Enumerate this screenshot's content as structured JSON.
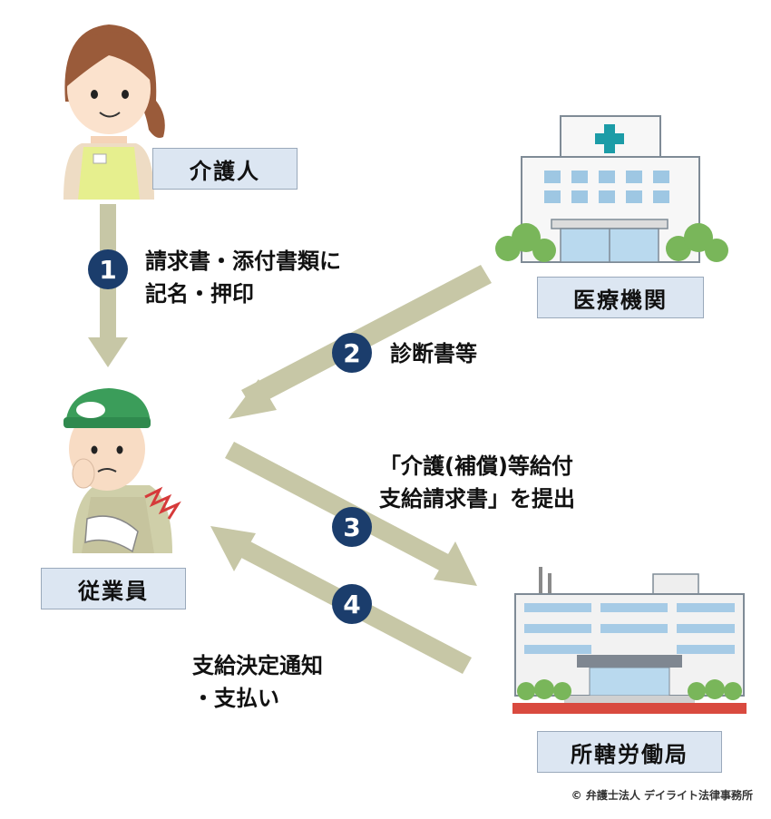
{
  "nodes": {
    "caregiver": "介護人",
    "medical": "医療機関",
    "employee": "従業員",
    "office": "所轄労働局"
  },
  "steps": [
    {
      "num": "1",
      "lines": [
        "請求書・添付書類に",
        "記名・押印"
      ]
    },
    {
      "num": "2",
      "lines": [
        "診断書等"
      ]
    },
    {
      "num": "3",
      "lines": [
        "「介護(補償)等給付",
        "支給請求書」を提出"
      ]
    },
    {
      "num": "4",
      "lines": [
        "支給決定通知",
        "・支払い"
      ]
    }
  ],
  "copyright": "© 弁護士法人 デイライト法律事務所",
  "colors": {
    "arrow": "#c7c7a6",
    "badge": "#1b3d6c",
    "label_bg": "#dce6f2"
  }
}
